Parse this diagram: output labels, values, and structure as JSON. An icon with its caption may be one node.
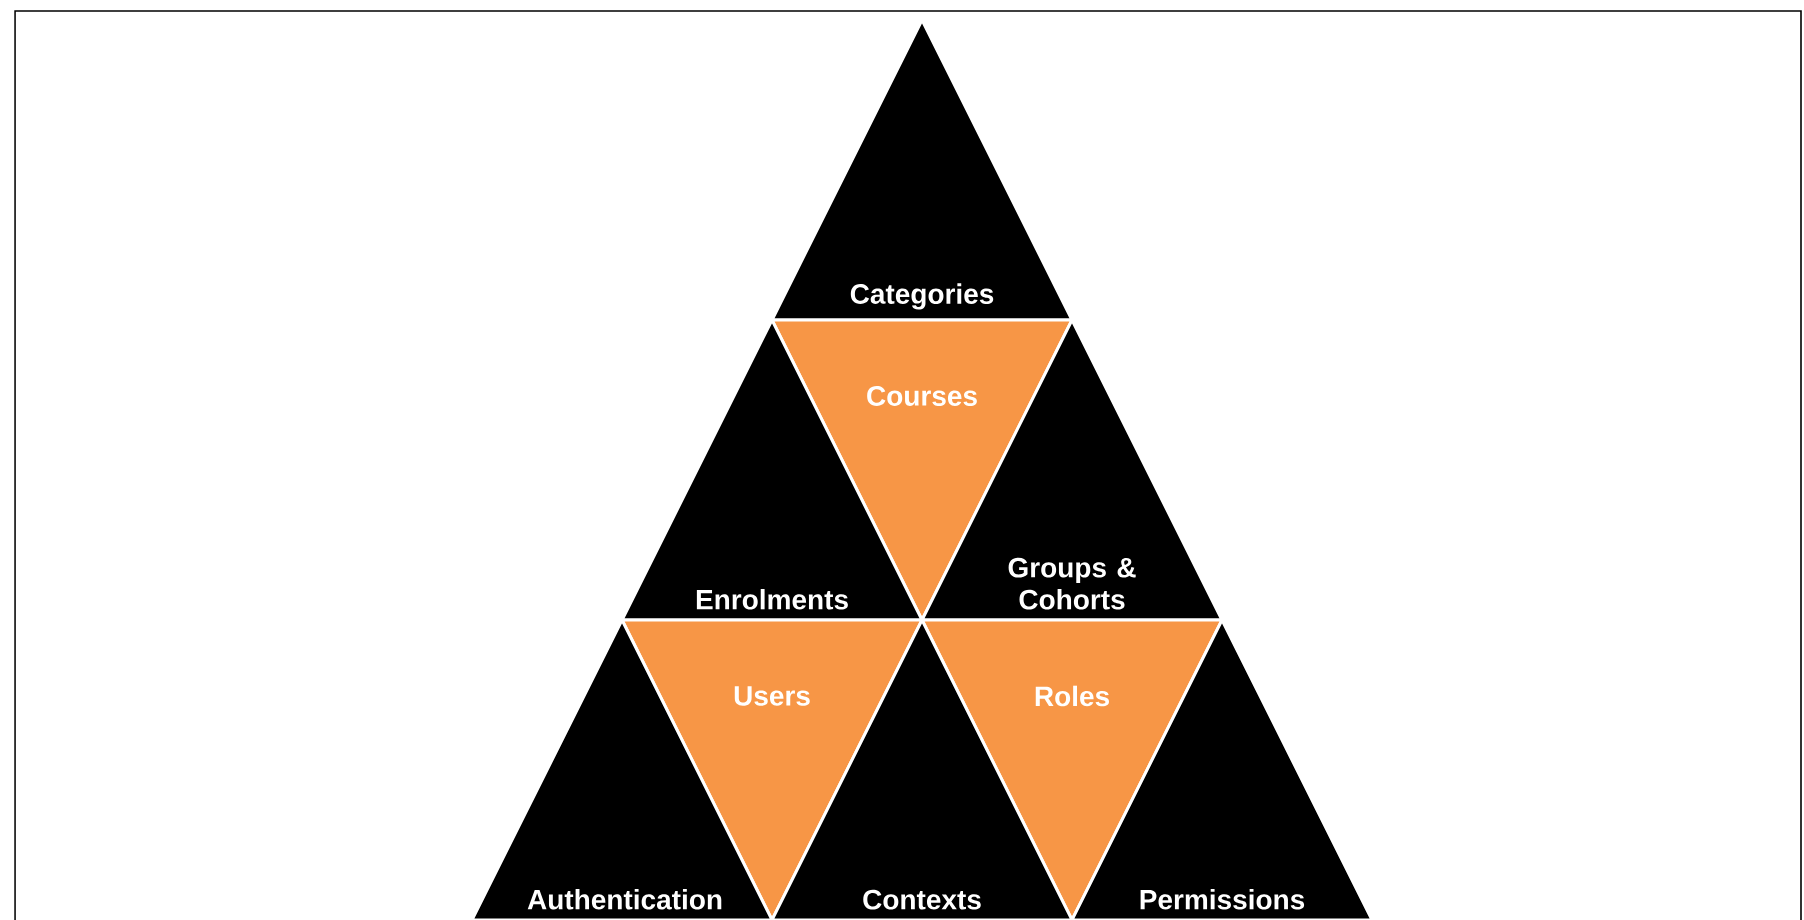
{
  "diagram": {
    "nodes": [
      {
        "text": [
          "Categories"
        ]
      },
      {
        "text": [
          "Courses"
        ]
      },
      {
        "text": [
          "Enrolments"
        ]
      },
      {
        "text": [
          "Groups & Cohorts"
        ]
      },
      {
        "text": [
          "Users"
        ]
      },
      {
        "text": [
          "Roles"
        ]
      },
      {
        "text": [
          "Authentication"
        ]
      },
      {
        "text": [
          "Contexts"
        ]
      },
      {
        "text": [
          "Permissions"
        ]
      }
    ]
  }
}
